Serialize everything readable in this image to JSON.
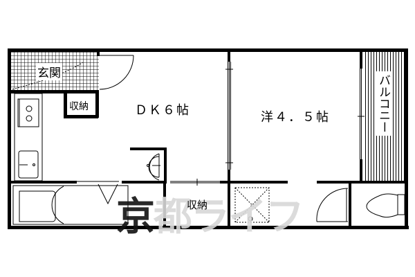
{
  "floor_plan": {
    "rooms": {
      "entrance": "玄関",
      "entrance_storage": "収納",
      "dk": "ＤＫ６帖",
      "western_room": "洋４．５帖",
      "balcony": "バルコニー",
      "hall_storage": "収納"
    },
    "watermark": {
      "char1": "京",
      "rest": "都ライフ"
    },
    "colors": {
      "wall": "#000000",
      "background": "#ffffff",
      "watermark": "#d8d8d8"
    }
  }
}
